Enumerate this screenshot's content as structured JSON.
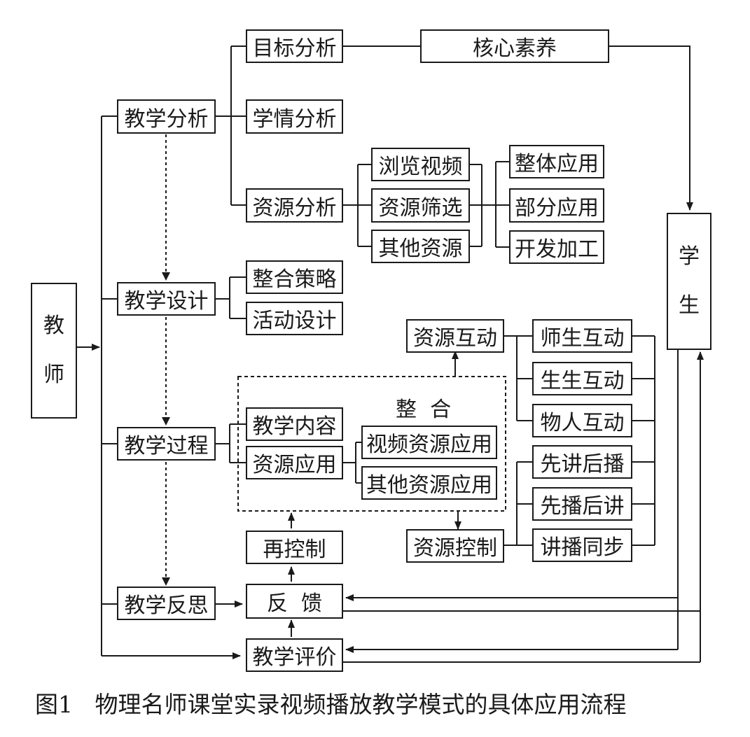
{
  "teacher": [
    "教",
    "师"
  ],
  "student": [
    "学",
    "生"
  ],
  "analysis": {
    "main": "教学分析",
    "target": "目标分析",
    "core": "核心素养",
    "learner": "学情分析",
    "resource": "资源分析",
    "browse": "浏览视频",
    "filter": "资源筛选",
    "other": "其他资源",
    "whole_use": "整体应用",
    "part_use": "部分应用",
    "develop": "开发加工"
  },
  "design": {
    "main": "教学设计",
    "strategy": "整合策略",
    "activity": "活动设计"
  },
  "process": {
    "main": "教学过程",
    "integrate_label": "整  合",
    "content": "教学内容",
    "resource_use": "资源应用",
    "video_use": "视频资源应用",
    "other_use": "其他资源应用",
    "interaction": "资源互动",
    "teacher_student": "师生互动",
    "student_student": "生生互动",
    "object_person": "物人互动",
    "control": "资源控制",
    "explain_then_play": "先讲后播",
    "play_then_explain": "先播后讲",
    "sync": "讲播同步",
    "recontrol": "再控制"
  },
  "reflection": {
    "main": "教学反思",
    "feedback": "反  馈",
    "evaluation": "教学评价"
  },
  "caption": "图1   物理名师课堂实录视频播放教学模式的具体应用流程"
}
